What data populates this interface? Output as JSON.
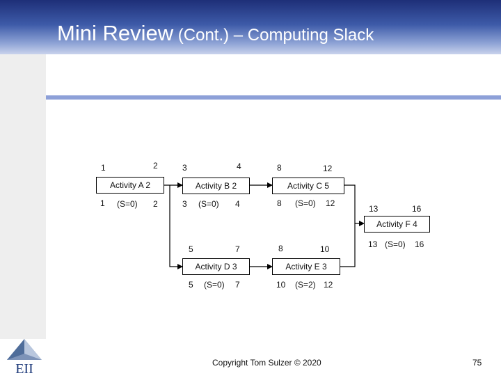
{
  "slide": {
    "title_main": "Mini Review",
    "title_rest": " (Cont.) – Computing Slack",
    "logo_text": "EII",
    "footer_copyright": "Copyright Tom Sulzer © 2020",
    "page_number": "75"
  },
  "colors": {
    "header_dark": "#1e2f78",
    "accent_rule": "#8da0d8",
    "left_panel": "#eeeeee"
  },
  "activities": {
    "A": {
      "label": "Activity A 2",
      "es": "1",
      "ef": "2",
      "ls": "1",
      "slack": "(S=0)",
      "lf": "2"
    },
    "B": {
      "label": "Activity B 2",
      "es": "3",
      "ef": "4",
      "ls": "3",
      "slack": "(S=0)",
      "lf": "4"
    },
    "C": {
      "label": "Activity C 5",
      "es": "8",
      "ef": "12",
      "ls": "8",
      "slack": "(S=0)",
      "lf": "12"
    },
    "D": {
      "label": "Activity D 3",
      "es": "5",
      "ef": "7",
      "ls": "5",
      "slack": "(S=0)",
      "lf": "7"
    },
    "E": {
      "label": "Activity E 3",
      "es": "8",
      "ef": "10",
      "ls": "10",
      "slack": "(S=2)",
      "lf": "12"
    },
    "F": {
      "label": "Activity F 4",
      "es": "13",
      "ef": "16",
      "ls": "13",
      "slack": "(S=0)",
      "lf": "16"
    }
  }
}
